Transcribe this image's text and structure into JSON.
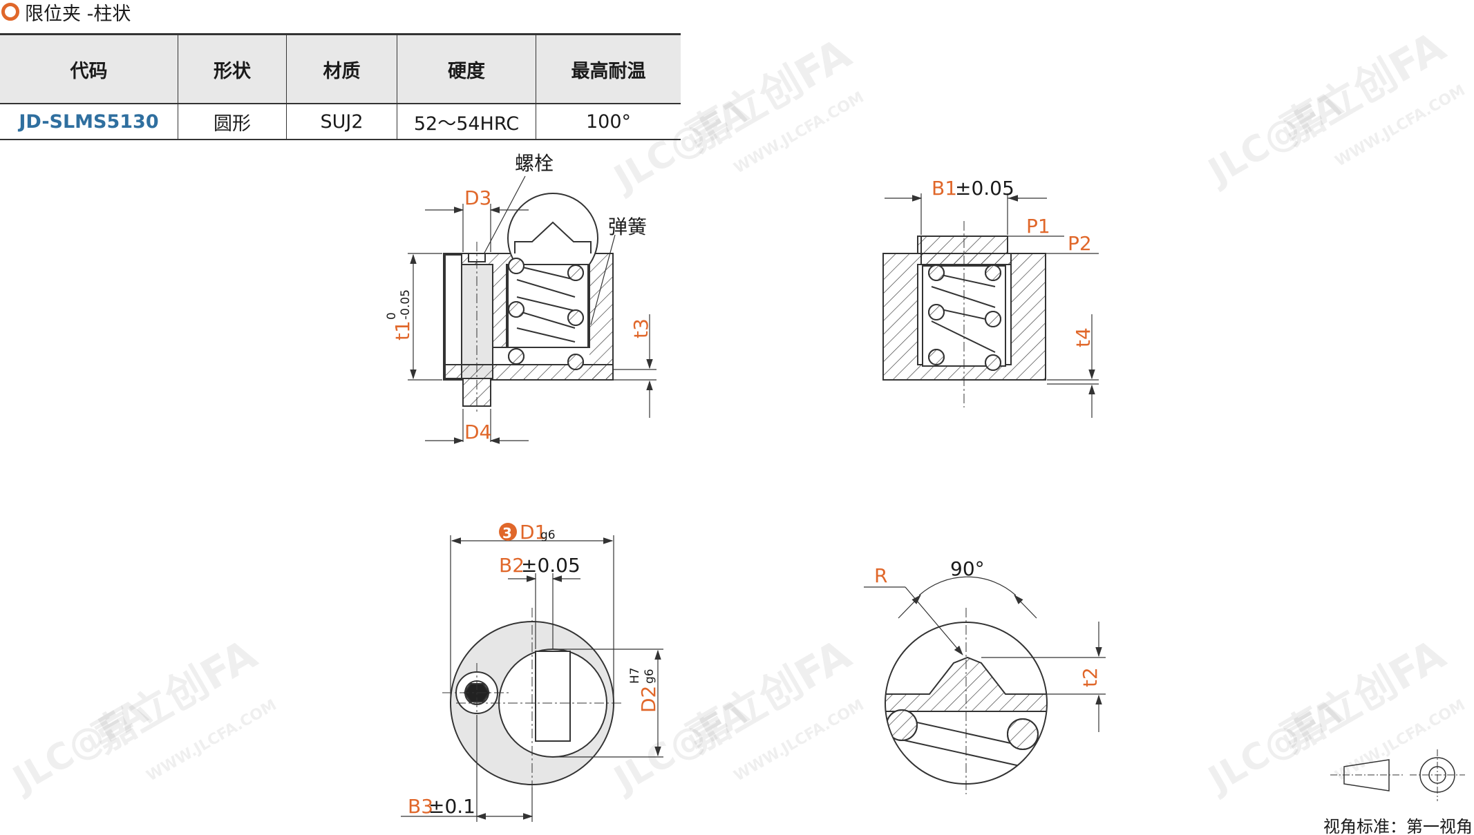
{
  "title": "限位夹 -柱状",
  "table": {
    "headers": [
      "代码",
      "形状",
      "材质",
      "硬度",
      "最高耐温"
    ],
    "row": [
      "JD-SLMS5130",
      "圆形",
      "SUJ2",
      "52～54HRC",
      "100°"
    ]
  },
  "labels": {
    "bolt": "螺栓",
    "spring": "弹簧",
    "d3": "D3",
    "d4": "D4",
    "t1": "t1",
    "t1_tol_upper": "0",
    "t1_tol_lower": "-0.05",
    "t3": "t3",
    "b1": "B1",
    "b1_tol": "±0.05",
    "p1": "P1",
    "p2": "P2",
    "t4": "t4",
    "d1": "D1",
    "d1_fit": "g6",
    "circle_num": "3",
    "b2": "B2",
    "b2_tol": "±0.05",
    "d2": "D2",
    "d2_fit_upper": "H7",
    "d2_fit_lower": "g6",
    "b3": "B3",
    "b3_tol": "±0.1",
    "r": "R",
    "angle": "90°",
    "t2": "t2",
    "view_standard": "视角标准：第一视角"
  },
  "watermark": {
    "text": "嘉立创FA",
    "url": "WWW.JLCFA.COM",
    "logo": "JLC@FA"
  },
  "colors": {
    "accent": "#e0672a",
    "dim": "#e0672a",
    "code": "#2f6f9f",
    "line": "#333333"
  }
}
